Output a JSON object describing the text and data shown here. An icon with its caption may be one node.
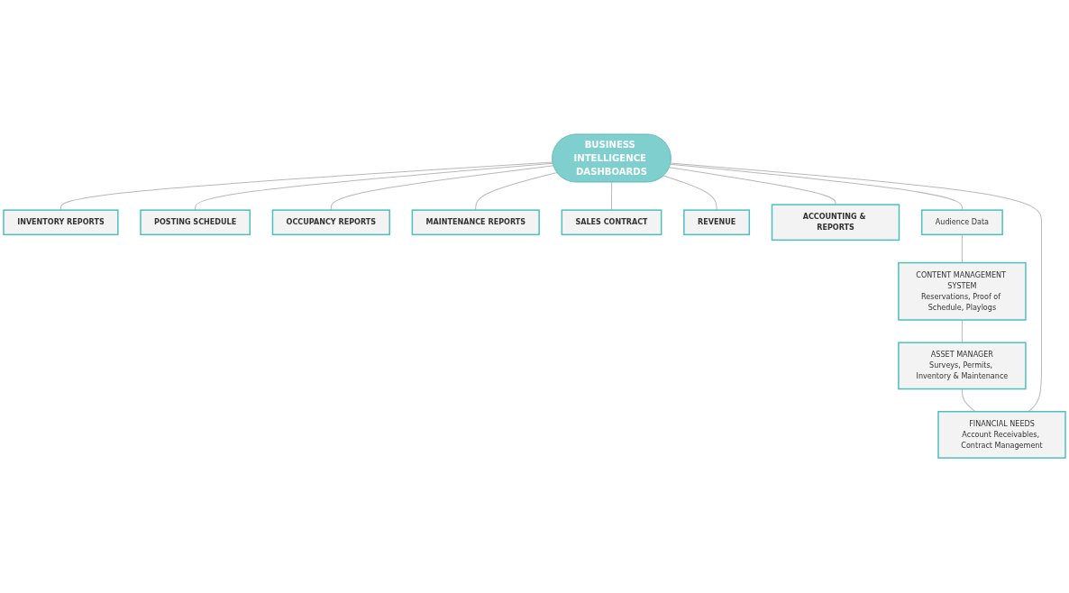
{
  "diagram": {
    "nodes": [
      {
        "text": [
          "BUSINESS INTELLIGENCE DASHBOARDS"
        ]
      },
      {
        "text": [
          "INVENTORY REPORTS"
        ]
      },
      {
        "text": [
          "POSTING SCHEDULE"
        ]
      },
      {
        "text": [
          "OCCUPANCY REPORTS"
        ]
      },
      {
        "text": [
          "MAINTENANCE REPORTS"
        ]
      },
      {
        "text": [
          "SALES CONTRACT"
        ]
      },
      {
        "text": [
          "REVENUE"
        ]
      },
      {
        "text": [
          "ACCOUNTING & REPORTS"
        ]
      },
      {
        "text": [
          "Audience Data"
        ]
      },
      {
        "text": [
          "CONTENT MANAGEMENT SYSTEM",
          "Reservations, Proof of Schedule, Playlogs"
        ]
      },
      {
        "text": [
          "ASSET MANAGER",
          "Surveys, Permits, Inventory & Maintenance"
        ]
      },
      {
        "text": [
          "FINANCIAL NEEDS",
          "Account Receivables, Contract Management"
        ]
      }
    ],
    "edges": [
      {
        "from": 0,
        "to": 1,
        "arrow": "none"
      },
      {
        "from": 0,
        "to": 2,
        "arrow": "none"
      },
      {
        "from": 0,
        "to": 3,
        "arrow": "none"
      },
      {
        "from": 0,
        "to": 4,
        "arrow": "none"
      },
      {
        "from": 0,
        "to": 5,
        "arrow": "none"
      },
      {
        "from": 0,
        "to": 6,
        "arrow": "none"
      },
      {
        "from": 0,
        "to": 7,
        "arrow": "none"
      },
      {
        "from": 0,
        "to": 8,
        "arrow": "none"
      },
      {
        "from": 8,
        "to": 9,
        "arrow": "none"
      },
      {
        "from": 9,
        "to": 10,
        "arrow": "none"
      },
      {
        "from": 10,
        "to": 11,
        "arrow": "none"
      },
      {
        "from": 11,
        "to": 0,
        "arrow": "none"
      }
    ]
  }
}
